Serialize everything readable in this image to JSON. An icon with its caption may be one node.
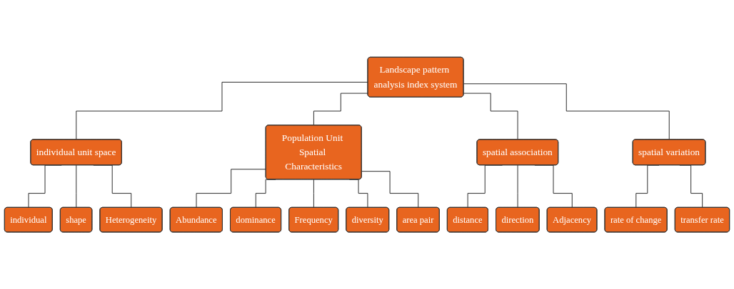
{
  "diagram": {
    "nodes": [
      {
        "text": [
          "Landscape pattern analysis index system"
        ]
      },
      {
        "text": [
          "individual unit space"
        ]
      },
      {
        "text": [
          "Population Unit Spatial Characteristics"
        ]
      },
      {
        "text": [
          "spatial association"
        ]
      },
      {
        "text": [
          "spatial variation"
        ]
      },
      {
        "text": [
          "individual"
        ]
      },
      {
        "text": [
          "shape"
        ]
      },
      {
        "text": [
          "Heterogeneity"
        ]
      },
      {
        "text": [
          "Abundance"
        ]
      },
      {
        "text": [
          "dominance"
        ]
      },
      {
        "text": [
          "Frequency"
        ]
      },
      {
        "text": [
          "diversity"
        ]
      },
      {
        "text": [
          "area pair"
        ]
      },
      {
        "text": [
          "distance"
        ]
      },
      {
        "text": [
          "direction"
        ]
      },
      {
        "text": [
          "Adjacency"
        ]
      },
      {
        "text": [
          "rate of change"
        ]
      },
      {
        "text": [
          "transfer rate"
        ]
      }
    ],
    "edges": [
      {
        "from": 0,
        "to": 1,
        "arrow": "none"
      },
      {
        "from": 0,
        "to": 2,
        "arrow": "none"
      },
      {
        "from": 0,
        "to": 3,
        "arrow": "none"
      },
      {
        "from": 0,
        "to": 4,
        "arrow": "none"
      },
      {
        "from": 1,
        "to": 5,
        "arrow": "none"
      },
      {
        "from": 1,
        "to": 6,
        "arrow": "none"
      },
      {
        "from": 1,
        "to": 7,
        "arrow": "none"
      },
      {
        "from": 2,
        "to": 8,
        "arrow": "none"
      },
      {
        "from": 2,
        "to": 9,
        "arrow": "none"
      },
      {
        "from": 2,
        "to": 10,
        "arrow": "none"
      },
      {
        "from": 2,
        "to": 11,
        "arrow": "none"
      },
      {
        "from": 2,
        "to": 12,
        "arrow": "none"
      },
      {
        "from": 3,
        "to": 13,
        "arrow": "none"
      },
      {
        "from": 3,
        "to": 14,
        "arrow": "none"
      },
      {
        "from": 3,
        "to": 15,
        "arrow": "none"
      },
      {
        "from": 4,
        "to": 16,
        "arrow": "none"
      },
      {
        "from": 4,
        "to": 17,
        "arrow": "none"
      }
    ]
  }
}
